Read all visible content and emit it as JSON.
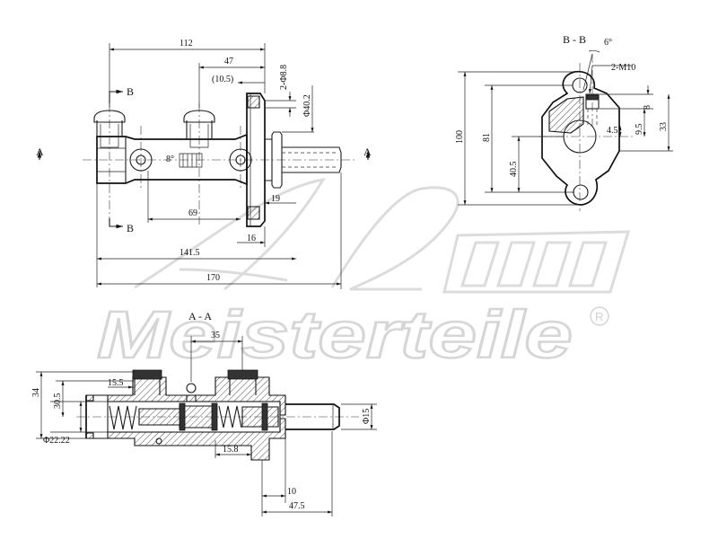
{
  "watermark": {
    "text": "Meisterteile",
    "mark": "R"
  },
  "sections": {
    "bb": "B - B",
    "aa": "A - A",
    "a": "A",
    "b": "B"
  },
  "top_view": {
    "d112": "112",
    "d47": "47",
    "d10_5": "(10.5)",
    "d2_8_8": "2-Φ8.8",
    "d40_2": "Φ40.2",
    "d69": "69",
    "d19": "19",
    "d16": "16",
    "d141_5": "141.5",
    "d170": "170",
    "angle": "8°"
  },
  "side_view": {
    "angle": "6°",
    "thread": "2-M10",
    "d100": "100",
    "d81": "81",
    "d40_5": "40.5",
    "d8": "8",
    "d4_5": "4.5",
    "d9_5": "9.5",
    "d33": "33"
  },
  "section_view": {
    "d35": "35",
    "d15_5": "15.5",
    "d34": "34",
    "d30_5": "30.5",
    "d22_22": "Φ22.22",
    "d15_8": "15.8",
    "d15": "Φ15",
    "d10": "10",
    "d47_5": "47.5"
  }
}
